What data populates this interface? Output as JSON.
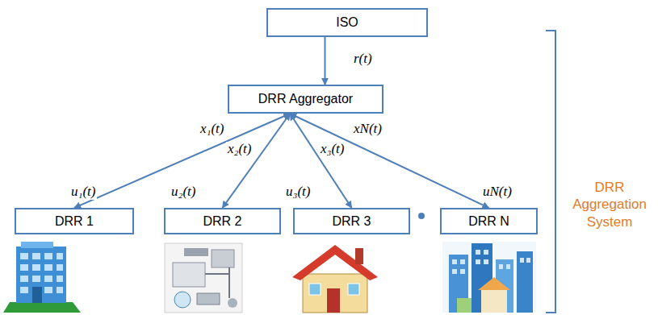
{
  "diagram": {
    "nodes": [
      {
        "text": [
          "ISO"
        ]
      },
      {
        "text": [
          "DRR Aggregator"
        ]
      },
      {
        "text": [
          "DRR 1"
        ]
      },
      {
        "text": [
          "DRR 2"
        ]
      },
      {
        "text": [
          "DRR 3"
        ]
      },
      {
        "text": [
          "DRR N"
        ]
      }
    ],
    "edges": [
      {
        "from": 0,
        "to": 1,
        "label": "r(t)",
        "arrow": "to"
      },
      {
        "from": 1,
        "to": 2,
        "label": "x₁(t)",
        "arrow": "both"
      },
      {
        "from": 1,
        "to": 3,
        "label": "x₂(t)",
        "arrow": "both"
      },
      {
        "from": 1,
        "to": 4,
        "label": "x₃(t)",
        "arrow": "both"
      },
      {
        "from": 1,
        "to": 5,
        "label": "xN(t)",
        "arrow": "both"
      }
    ],
    "labels": [
      "u₁(t)",
      "u₂(t)",
      "u₃(t)",
      "uN(t)",
      "DRR Aggregation System"
    ]
  }
}
